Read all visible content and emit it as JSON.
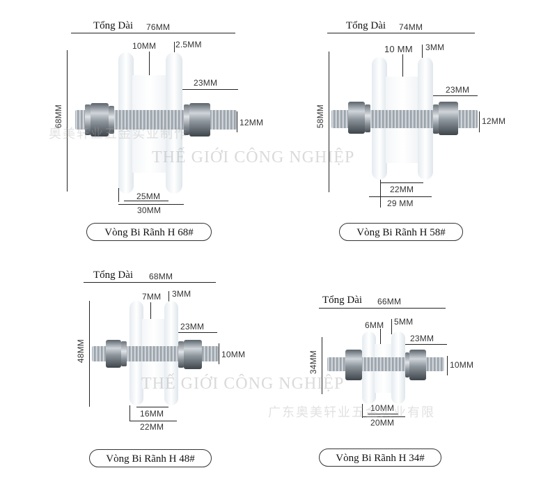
{
  "watermark": {
    "main": "THẾ GIỚI CÔNG NGHIỆP",
    "faint_top": "奥美轩业五金实业制作",
    "faint_bottom": "广东奥美轩业五金实业有限"
  },
  "panels": [
    {
      "id": "h68",
      "total_label": "Tổng Dài",
      "total_value": "76MM",
      "dim_a": "10MM",
      "dim_b": "2.5MM",
      "dim_c": "23MM",
      "height": "68MM",
      "shaft": "12MM",
      "groove": "25MM",
      "width": "30MM",
      "caption": "Vòng Bi Rãnh H 68#"
    },
    {
      "id": "h58",
      "total_label": "Tổng Dài",
      "total_value": "74MM",
      "dim_a": "10 MM",
      "dim_b": "3MM",
      "dim_c": "23MM",
      "height": "58MM",
      "shaft": "12MM",
      "groove": "22MM",
      "width": "29 MM",
      "caption": "Vòng Bi Rãnh H 58#"
    },
    {
      "id": "h48",
      "total_label": "Tổng Dài",
      "total_value": "68MM",
      "dim_a": "7MM",
      "dim_b": "3MM",
      "dim_c": "23MM",
      "height": "48MM",
      "shaft": "10MM",
      "groove": "16MM",
      "width": "22MM",
      "caption": "Vòng Bi Rãnh H 48#"
    },
    {
      "id": "h34",
      "total_label": "Tổng Dài",
      "total_value": "66MM",
      "dim_a": "6MM",
      "dim_b": "5MM",
      "dim_c": "23MM",
      "height": "34MM",
      "shaft": "10MM",
      "groove": "10MM",
      "width": "20MM",
      "caption": "Vòng Bi Rãnh H 34#"
    }
  ]
}
